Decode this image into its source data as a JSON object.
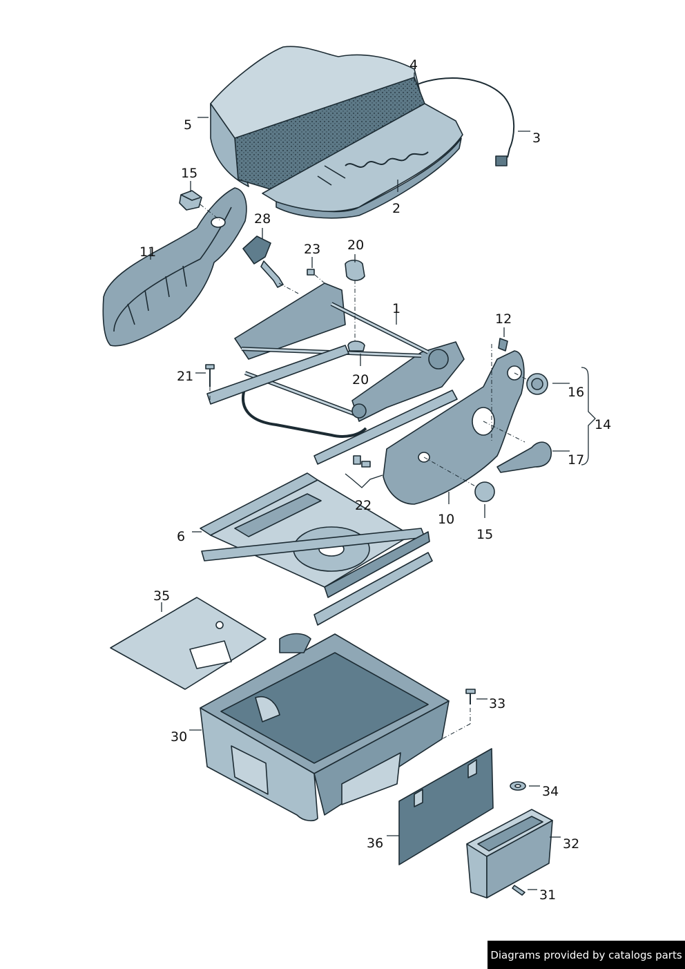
{
  "labels": {
    "p1": "1",
    "p2": "2",
    "p3": "3",
    "p4": "4",
    "p5": "5",
    "p6": "6",
    "p10": "10",
    "p11": "11",
    "p12": "12",
    "p14": "14",
    "p15a": "15",
    "p15b": "15",
    "p16": "16",
    "p17": "17",
    "p20a": "20",
    "p20b": "20",
    "p21": "21",
    "p22": "22",
    "p23": "23",
    "p28": "28",
    "p30": "30",
    "p31": "31",
    "p32": "32",
    "p33": "33",
    "p34": "34",
    "p35": "35",
    "p36": "36"
  },
  "credit": "Diagrams provided by catalogs parts",
  "colors": {
    "part_fill": "#c3d3dc",
    "part_dark": "#7e99a8",
    "part_shadow": "#5f7d8d",
    "foam": "#556f7d",
    "outline": "#1c2b33"
  }
}
